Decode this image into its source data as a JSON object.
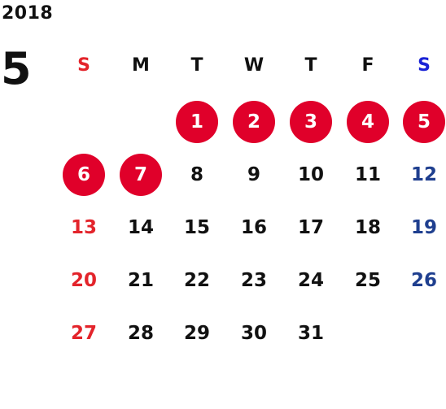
{
  "calendar": {
    "year": "2018",
    "month": "5",
    "weekdays": [
      "S",
      "M",
      "T",
      "W",
      "T",
      "F",
      "S"
    ],
    "weeks": [
      [
        "",
        "",
        "1",
        "2",
        "3",
        "4",
        "5"
      ],
      [
        "6",
        "7",
        "8",
        "9",
        "10",
        "11",
        "12"
      ],
      [
        "13",
        "14",
        "15",
        "16",
        "17",
        "18",
        "19"
      ],
      [
        "20",
        "21",
        "22",
        "23",
        "24",
        "25",
        "26"
      ],
      [
        "27",
        "28",
        "29",
        "30",
        "31",
        "",
        ""
      ]
    ],
    "holidays": [
      "1",
      "2",
      "3",
      "4",
      "5",
      "6",
      "7"
    ]
  },
  "colors": {
    "sunday": "#e3242b",
    "saturday_header": "#1a23d6",
    "saturday": "#1f3f8f",
    "weekday": "#111111",
    "holiday_bg": "#e0002a",
    "holiday_text": "#ffffff"
  }
}
